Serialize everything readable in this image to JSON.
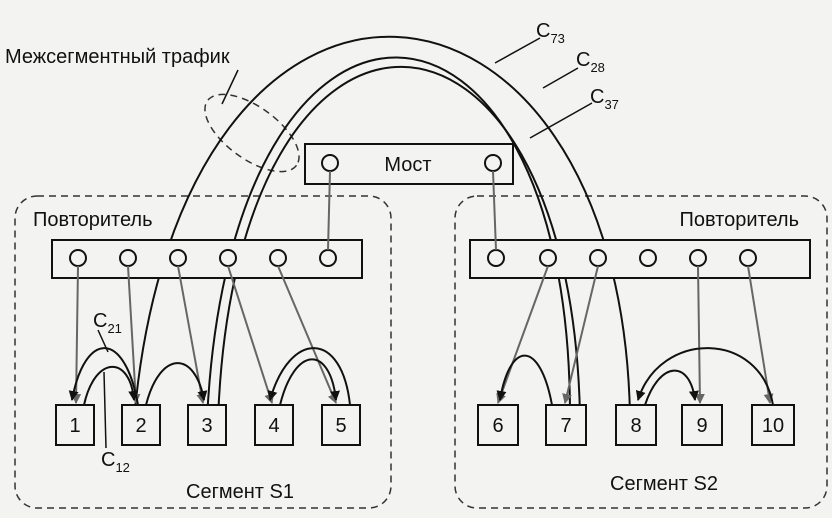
{
  "inter_segment_label": "Межсегментный трафик",
  "bridge_label": "Мост",
  "repeater_left_label": "Повторитель",
  "repeater_right_label": "Повторитель",
  "segment1_label": "Сегмент S1",
  "segment2_label": "Сегмент S2",
  "nodes": [
    "1",
    "2",
    "3",
    "4",
    "5",
    "6",
    "7",
    "8",
    "9",
    "10"
  ],
  "flows": {
    "c73": {
      "main": "C",
      "sub": "73"
    },
    "c28": {
      "main": "C",
      "sub": "28"
    },
    "c37": {
      "main": "C",
      "sub": "37"
    },
    "c21": {
      "main": "C",
      "sub": "21"
    },
    "c12": {
      "main": "C",
      "sub": "12"
    }
  },
  "colors": {
    "line": "#111111",
    "gray_line": "#666666",
    "background": "#f3f3f1"
  }
}
